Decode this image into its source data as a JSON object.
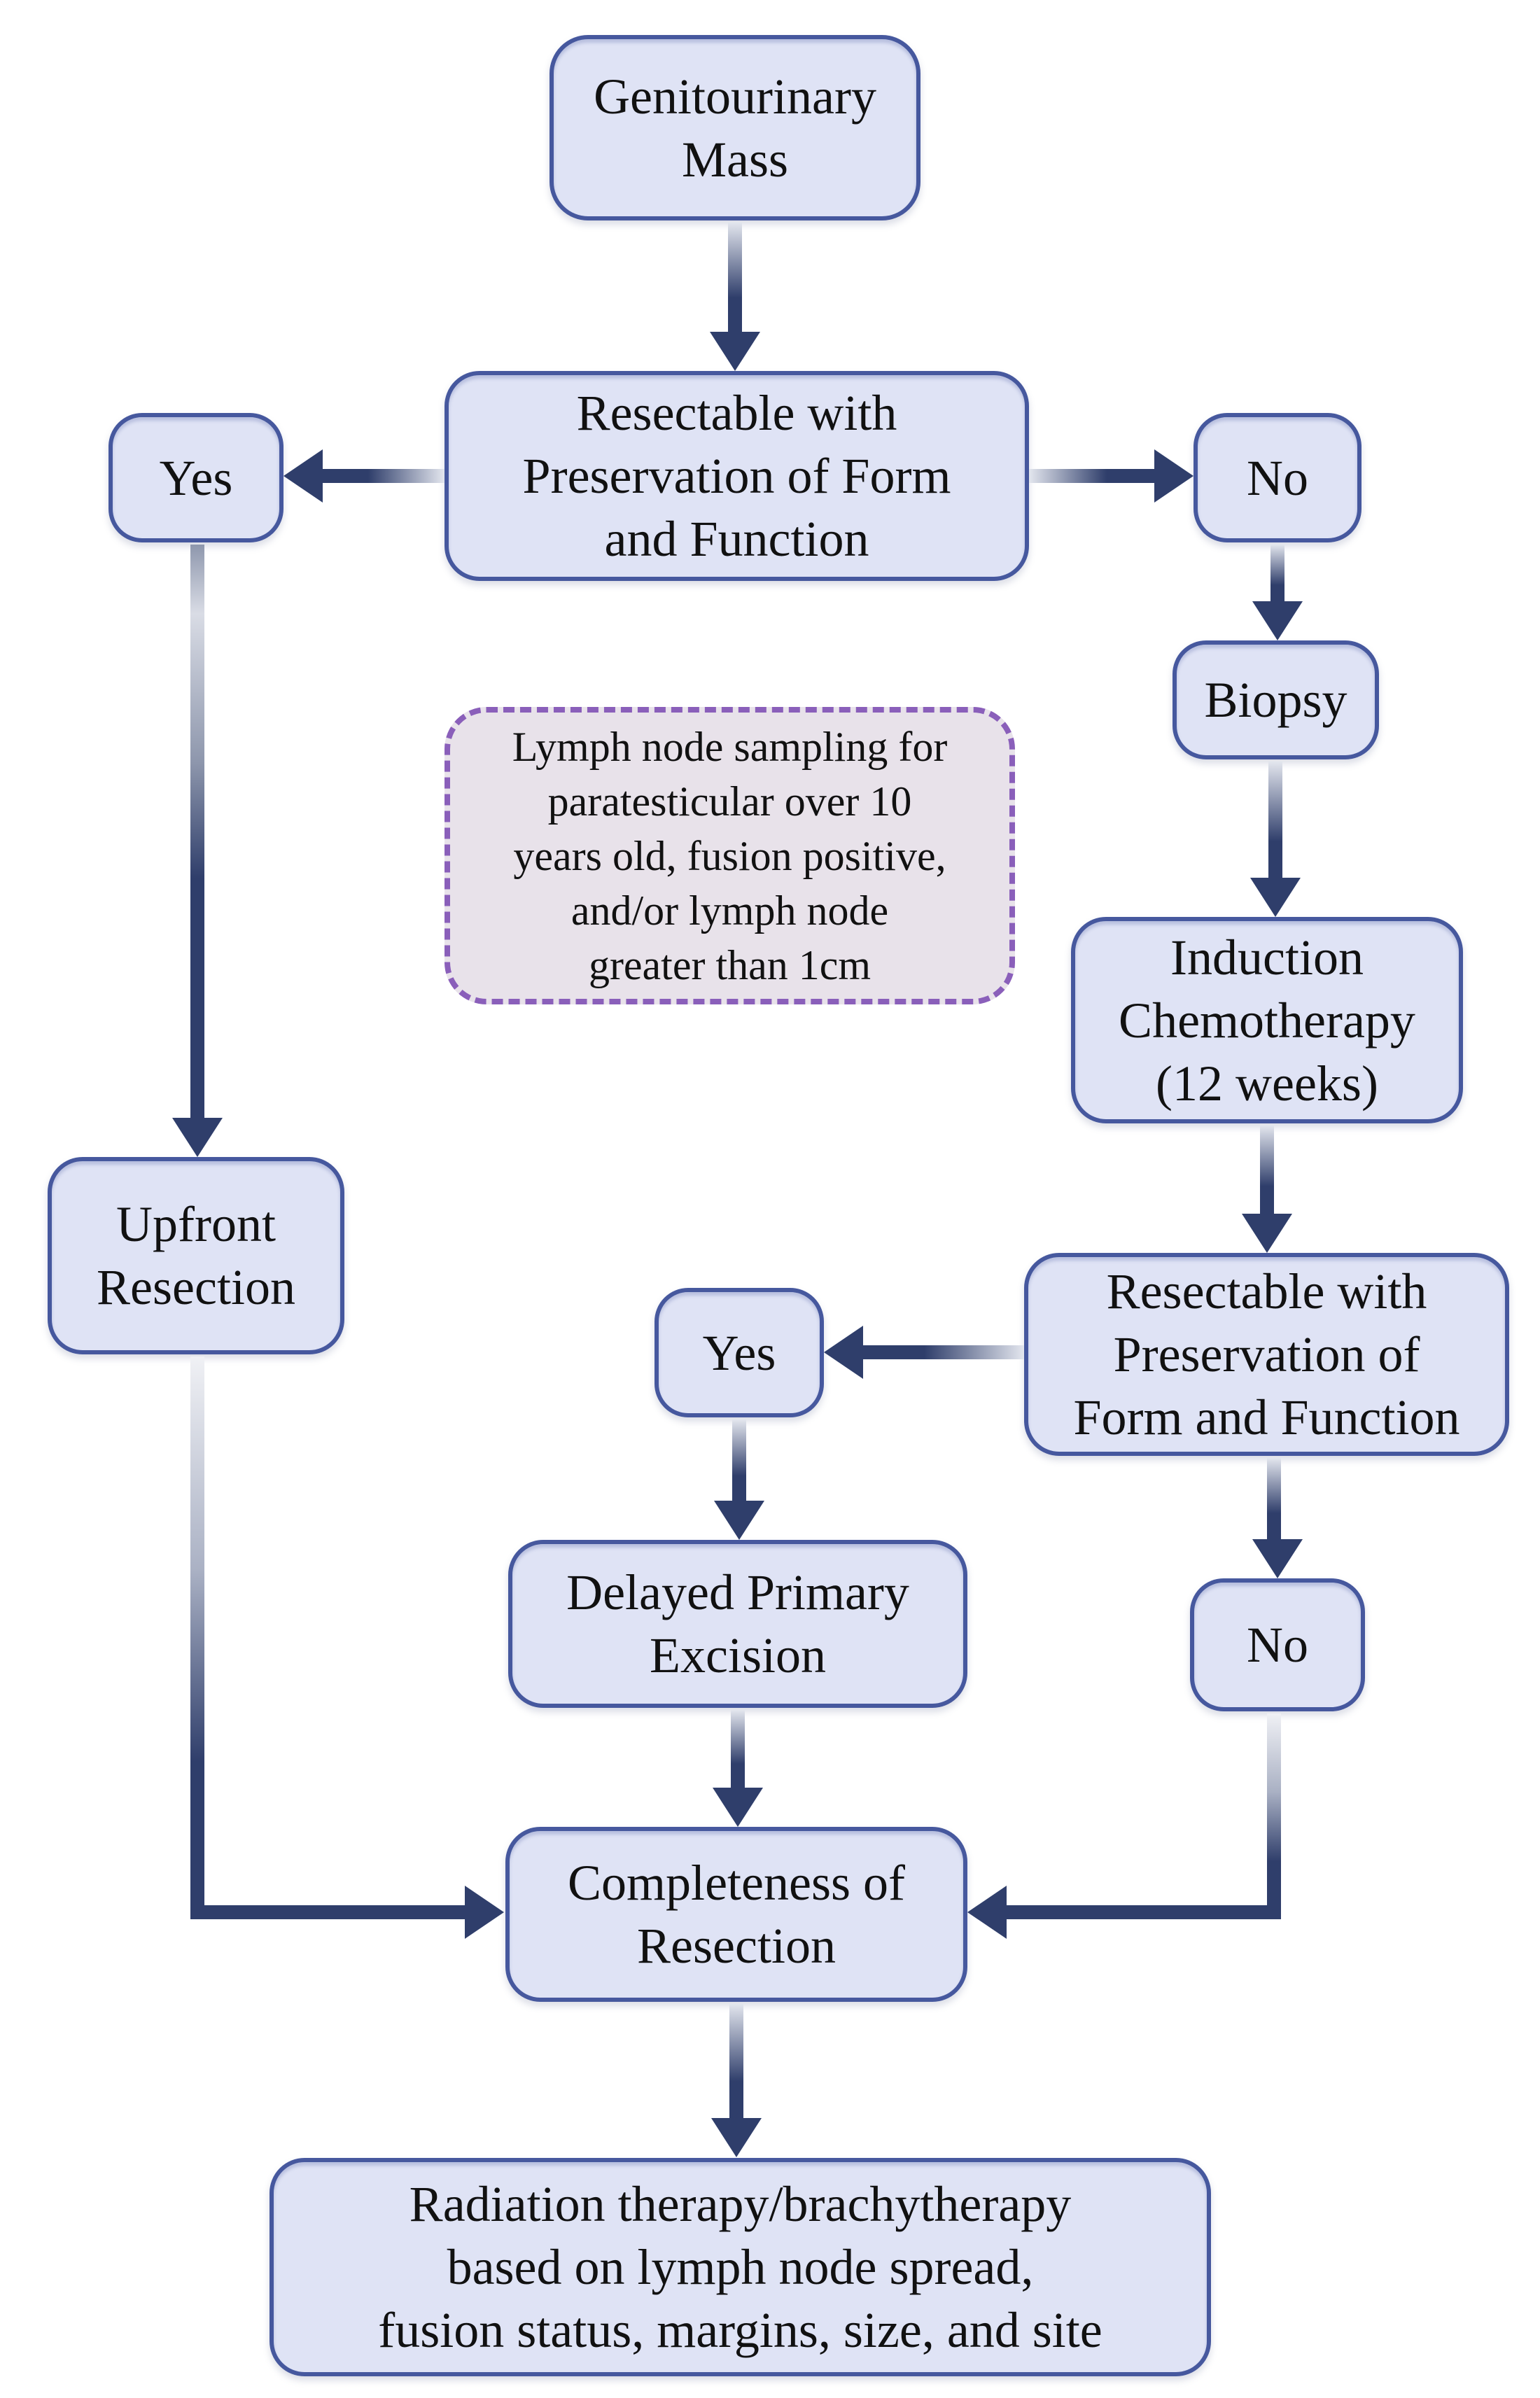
{
  "diagram": {
    "nodes": {
      "genitourinary_mass": {
        "label": "Genitourinary\nMass"
      },
      "resectable_1": {
        "label": "Resectable with\nPreservation of Form\nand Function"
      },
      "yes_1": {
        "label": "Yes"
      },
      "no_1": {
        "label": "No"
      },
      "biopsy": {
        "label": "Biopsy"
      },
      "lymph_note": {
        "label": "Lymph node sampling for\nparatesticular over 10\nyears old, fusion positive,\nand/or lymph node\ngreater than 1cm"
      },
      "induction_chemo": {
        "label": "Induction\nChemotherapy\n(12 weeks)"
      },
      "upfront_resection": {
        "label": "Upfront\nResection"
      },
      "resectable_2": {
        "label": "Resectable with\nPreservation of\nForm and Function"
      },
      "yes_2": {
        "label": "Yes"
      },
      "delayed_primary_excision": {
        "label": "Delayed Primary\nExcision"
      },
      "no_2": {
        "label": "No"
      },
      "completeness_of_resection": {
        "label": "Completeness of\nResection"
      },
      "radiation_therapy": {
        "label": "Radiation therapy/brachytherapy\nbased on lymph node spread,\nfusion status, margins, size, and site"
      }
    },
    "edges": [
      {
        "from": "genitourinary_mass",
        "to": "resectable_1"
      },
      {
        "from": "resectable_1",
        "to": "yes_1"
      },
      {
        "from": "resectable_1",
        "to": "no_1"
      },
      {
        "from": "yes_1",
        "to": "upfront_resection"
      },
      {
        "from": "no_1",
        "to": "biopsy"
      },
      {
        "from": "biopsy",
        "to": "induction_chemo"
      },
      {
        "from": "induction_chemo",
        "to": "resectable_2"
      },
      {
        "from": "resectable_2",
        "to": "yes_2"
      },
      {
        "from": "resectable_2",
        "to": "no_2"
      },
      {
        "from": "yes_2",
        "to": "delayed_primary_excision"
      },
      {
        "from": "delayed_primary_excision",
        "to": "completeness_of_resection"
      },
      {
        "from": "upfront_resection",
        "to": "completeness_of_resection"
      },
      {
        "from": "no_2",
        "to": "completeness_of_resection"
      },
      {
        "from": "completeness_of_resection",
        "to": "radiation_therapy"
      }
    ],
    "colors": {
      "node_fill": "#dfe3f5",
      "node_border": "#46589e",
      "arrow_dark": "#2f3e6b",
      "note_fill": "#e8e2ea",
      "note_border": "#8a5fba",
      "text": "#111111",
      "background": "#ffffff"
    }
  }
}
